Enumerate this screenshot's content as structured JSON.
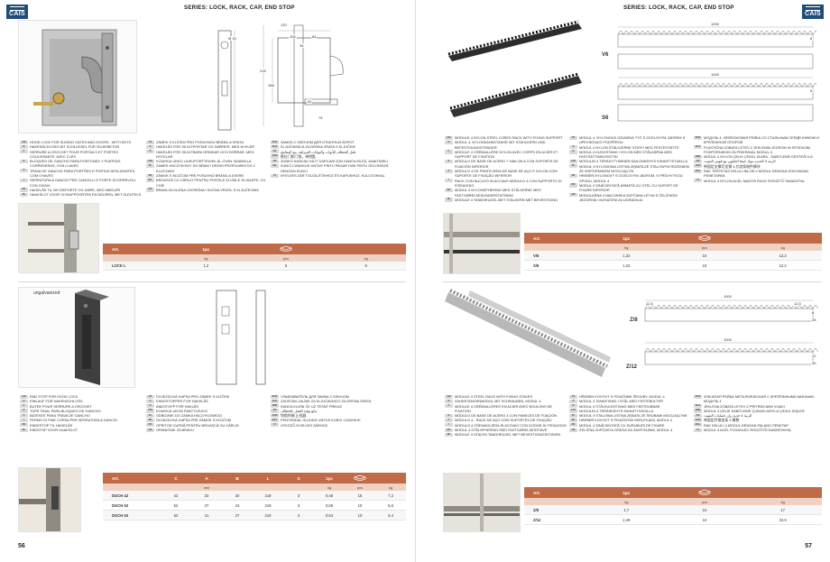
{
  "brand": {
    "logo": "CAIS"
  },
  "left": {
    "series_title": "SERIES: LOCK, RACK, CAP, END STOP",
    "page_number": "56",
    "lock_section": {
      "drawing_dims": [
        "120",
        "100",
        "84",
        "34",
        "218",
        "188",
        "92",
        "75",
        "Ø 15"
      ],
      "desc_col1": [
        {
          "flag": "GB",
          "text": "HOOK LOCK FOR SLIDING GATES AND DOORS , WITH KEYS"
        },
        {
          "flag": "D",
          "text": "HAKENSCHLOSS MIT SCHLÜSSEL FÜR SCHIEBETOR"
        },
        {
          "flag": "F",
          "text": "SERRURE A CROCHET POUR PORTAILS ET PORTES COULISSANTE, AVEC CLÉS"
        },
        {
          "flag": "E",
          "text": "BLOQUEO DE GANCHO PARA PORTONES Y PUERTAS CORREDERAS, CON LLAVES"
        },
        {
          "flag": "P",
          "text": "TRAVA DE GANCHO PARA PORTÕES E PORTAS DESLIZANTES, COM CHAVES"
        },
        {
          "flag": "I",
          "text": "SERRATURA A GANCIO PER CANCELLI E PORTE SCORREVOLI, CON CHIAVI"
        },
        {
          "flag": "DK",
          "text": "HAGELÅS TIL SKYDEPORTE OG DØRE, MED NØGLER"
        },
        {
          "flag": "NL",
          "text": "HAAKSLOT VOOR SCHUIFPOORTEN EN DEUREN, MET SLEUTELS"
        }
      ],
      "desc_col2": [
        {
          "flag": "CZ",
          "text": "ZÁMEK S KLÍČEM PRO POSUVNOU BRÁNU A VRATA"
        },
        {
          "flag": "S",
          "text": "HAKELÅS FÖR SKJUTPORTAR OG DØRRER, MED NYKLER"
        },
        {
          "flag": "N",
          "text": "HAKELÅS FÖR SKJUTBARA GRINDAR OCH DÖRRAR, MED NYCKLAR"
        },
        {
          "flag": "FIN",
          "text": "KOUKKULUKKO LIUKUPORTTEIHIN JA -OVIIN, AVAIMILLA"
        },
        {
          "flag": "PL",
          "text": "ZAMEK HACZYKOWY DO BRAM I DRZWI PRZESUWNYCH Z KLUCZAMI"
        },
        {
          "flag": "SK",
          "text": "ZÁMOK S KĽÚČOM PRE POSUVNÚ BRÁNU A DVERE"
        },
        {
          "flag": "RO",
          "text": "BROASCĂ CU CÂRLIG PENTRU PORȚILE ȘI UȘILE GLISANTE, CU CHEI"
        },
        {
          "flag": "HR",
          "text": "BRAVA ZA KLIZNA OVORÓNA I KUĆNA VRATA, S KLJUČEVIMA"
        }
      ],
      "desc_col3": [
        {
          "flag": "RUS",
          "text": "ЗАМОК С КЛЮЧОМ ДЛЯ ОТКАТНЫХ ВОРОТ"
        },
        {
          "flag": "SLO",
          "text": "KLJUČAVNICA ZA DRSNA VRATA S KLJUČEM"
        },
        {
          "flag": "AR",
          "text": "قفل الخطاف للأبواب والبوابات المنزلقة، مع المفاتيح"
        },
        {
          "flag": "CHN",
          "text": "推拉门和门锁，带钥匙"
        },
        {
          "flag": "TR",
          "text": "ZUNKO KANCALI KİLİT KAPILARI İÇİN KANCA KİLİDİ, ANAHTARLI"
        },
        {
          "flag": "BG",
          "text": "KUNCI CANGKUK UNTUK PINTU PAGAR DAN PINTU GELONSOR, DENGAN KUNCI"
        },
        {
          "flag": "LT",
          "text": "NYELVES ZÁR TOLÓAJTÓKHOZ ÉS KAPUKHOZ, KULCSOKKAL"
        }
      ],
      "spec": {
        "headers": [
          "Art.",
          "1pc",
          "",
          ""
        ],
        "subheaders": [
          "",
          "kg",
          "pcs",
          "kg"
        ],
        "rows": [
          [
            "LOCK L",
            "1,2",
            "5",
            "6"
          ]
        ]
      }
    },
    "cap_section": {
      "label": "ungalvanized",
      "desc_col1": [
        {
          "flag": "GB",
          "text": "END STOP FOR HOOK LOCK"
        },
        {
          "flag": "D",
          "text": "EINLAUF FÜR HAKENSCHLOSS"
        },
        {
          "flag": "F",
          "text": "BUTEE POUR SERRURE A CROCHET"
        },
        {
          "flag": "E",
          "text": "TOPE FINAL PARA BLOQUEO DE GANCHO"
        },
        {
          "flag": "P",
          "text": "BATENTE PARA TRAVA DE GANCHO"
        },
        {
          "flag": "I",
          "text": "FERMO DI FINE CORSA PER SERRATURA A GANCIO"
        },
        {
          "flag": "DK",
          "text": "ENDESTOP TIL HAGELÅS"
        },
        {
          "flag": "NL",
          "text": "ENDSTOP VOOR HAAKSLOT"
        }
      ],
      "desc_col2": [
        {
          "flag": "CZ",
          "text": "DOJEZDOVÁ KAPSA PRO ZÁMEK S KLÍČEM"
        },
        {
          "flag": "S",
          "text": "ENDESTOPPER FOR HAKELÅS"
        },
        {
          "flag": "N",
          "text": "ÄNDSTOPP FÖR HAKLÅS"
        },
        {
          "flag": "FIN",
          "text": "KOUKKULUKON PÄÄTYLEUKO"
        },
        {
          "flag": "PL",
          "text": "ODBOJNIK DO ZAMKA HACZYKOWEGO"
        },
        {
          "flag": "SK",
          "text": "DOJAZDOVÁ KAPSA PRE ZÁMOK S KĽÚČOM"
        },
        {
          "flag": "RO",
          "text": "OPRITOR CURSĂ PENTRU BROASCĂ CU CÂRLIG"
        },
        {
          "flag": "HR",
          "text": "GRANIČNIK ZA BRAVU"
        }
      ],
      "desc_col3": [
        {
          "flag": "RUS",
          "text": "УЛАВЛИВАТЕЛЬ ДЛЯ ЗАМКА С КЛЮЧОМ"
        },
        {
          "flag": "SLO",
          "text": "ZAUSTAVLJALNIK ZA KLJUČAVNICO ZA DRSNA VRATA"
        },
        {
          "flag": "SRB",
          "text": "KANCA KLIZNI ĆE UZ TESNT PRIKAZ"
        },
        {
          "flag": "AR",
          "text": "مانع نهاية القفل بالخطاف"
        },
        {
          "flag": "CHN",
          "text": "钩锁终端 止挡器"
        },
        {
          "flag": "MAL",
          "text": "PENYENDAL HUJUNG UNTUK KUNCI CANGKUK"
        },
        {
          "flag": "LT",
          "text": "ÜTKÖZŐ NYELVES ZÁRHOZ"
        }
      ],
      "spec": {
        "headers": [
          "Art.",
          "C",
          "A",
          "B",
          "L",
          "S",
          "1pc",
          "",
          ""
        ],
        "subheaders": [
          "",
          "",
          "mm",
          "",
          "",
          "",
          "kg",
          "pcs",
          "kg"
        ],
        "rows": [
          [
            "DGCH 42",
            "42",
            "33",
            "20",
            "219",
            "3",
            "0,48",
            "15",
            "7,2"
          ],
          [
            "DGCH 52",
            "52",
            "37",
            "24",
            "219",
            "3",
            "0,56",
            "10",
            "5,6"
          ],
          [
            "DGCH 62",
            "62",
            "41",
            "27",
            "219",
            "3",
            "0,64",
            "10",
            "6,4"
          ]
        ]
      }
    }
  },
  "right": {
    "series_title": "SERIES: LOCK, RACK, CAP, END STOP",
    "page_number": "57",
    "rack1_section": {
      "labels": [
        "V6",
        "S6"
      ],
      "drawing_dims": [
        "1000",
        "8",
        "1000",
        "6"
      ],
      "desc_col1": [
        {
          "flag": "GB",
          "text": "MODULE 4 NYLON STEEL CORED RACK WITH FIXING SUPPORT"
        },
        {
          "flag": "D",
          "text": "MODUL 4, NYLONZAHNSTANGE MIT STAHLKERN UND BEFESTIGUNGSTRÄGER"
        },
        {
          "flag": "F",
          "text": "MODULE 4 CRÉMAILLÈRE NYLON AVEC CORPS EN ACIER ET SUPPORT DE FIXATION"
        },
        {
          "flag": "E",
          "text": "MÓDULO DE BASE DE ACERO Y NAILON A CON SOPORTE DE FIJACIÓN INFERIOR"
        },
        {
          "flag": "P",
          "text": "MÓDULO 4 DE PRATELEIRA DE BASE DE AÇO E NYLON COM SUPORTE DE FIXAÇÃO INFERIOR"
        },
        {
          "flag": "I",
          "text": "RACK CON NUCLEO IN ACCIAIO MODULO 4 CON SUPPORTO DI FISSAGGIO"
        },
        {
          "flag": "DK",
          "text": "MODUL 4 NYLONSPHERING MED STÅLKERNE MED FASTGØRELSESUNDERSTØTNING"
        },
        {
          "flag": "NL",
          "text": "MODULE 4 TANDHEUGEL MET STALKERN MET BEVESTIGING"
        }
      ],
      "desc_col2": [
        {
          "flag": "CZ",
          "text": "MODUL 4, NYLONOVÁ OZUBENÁ TYČ S OCELOVÝM JÁDREM S UPEVŇOVACÍ PODPĚROU"
        },
        {
          "flag": "S",
          "text": "MODUL 4 NYLON STÅLKJERNE STATIV MED FESTESTØTTE"
        },
        {
          "flag": "N",
          "text": "MODUL 4 KUGGSTANG I NYLON MED STÅLKÄRNA MED FASTSÄTTNINGSSTÖD"
        },
        {
          "flag": "FIN",
          "text": "MODULIN 4 TERÄSYTYIMINEN NAILONKEHYS KIINNITYSTUELLA"
        },
        {
          "flag": "PL",
          "text": "MODUŁ 4 NYLONOWA LISTWA ZĘBATA ZE STALOWYM RDZENIEM ZE WSPORNIKIEM MOCUJĄCYM"
        },
        {
          "flag": "SK",
          "text": "HREBEŇ NYLONOVÝ S OCEĽOVÝM JADROM, S PRÍCHYTKOU SPODU, MODUL 4"
        },
        {
          "flag": "RO",
          "text": "MODUL 4 ȘINĂ DINȚATĂ ARMATĂ CU OȚEL CU SUPORT DE FIXARE INFERIOR"
        },
        {
          "flag": "HR",
          "text": "MODULARNA 4 NAILONSKA ZUPČANA LETVA S ČELIČNOM JEZGROM I NOSAČEM ZA UGRADNJU"
        }
      ],
      "desc_col3": [
        {
          "flag": "RUS",
          "text": "МОДУЛЬ 4, НЕЙЛОНОВАЯ РЕЙКА СО СТАЛЬНЫМ СЕРДЕЧНИКОМ И КРЕПЕЖНОЙ ОПОРОЙ"
        },
        {
          "flag": "SLO",
          "text": "PLASTIČNA ZOBATA LETEV Z JEKLENIM JEDROM IN SPODNJIM PODPORNIKOM ZA PRIKRAVAL MODUL 4"
        },
        {
          "flag": "SRB",
          "text": "MODUL 4 NYLON ÇELİK ÇEKİLİ ZŁARA - SABITLEME DESTEĞİ İLE"
        },
        {
          "flag": "AR",
          "text": "الرمة 4 الحديد بنوك خيط النايلون مع قوس التثبيت"
        },
        {
          "flag": "CHN",
          "text": "带固定支撑尼龙钢 4 芯齿条制件模块"
        },
        {
          "flag": "MAL",
          "text": "RAK TERTETAS KELULI NILON 4 MODUL DENGAN SOKONGAN PEMETAPAN"
        },
        {
          "flag": "LT",
          "text": "MODUL 4 NYLON ACÉL MAGOS RACK RÖGZÍTŐ TAMASZTAL"
        }
      ],
      "spec": {
        "headers": [
          "Art.",
          "1pc",
          "",
          ""
        ],
        "subheaders": [
          "",
          "kg",
          "pcs",
          "kg"
        ],
        "rows": [
          [
            "V/6",
            "1,32",
            "10",
            "13,2"
          ],
          [
            "S/6",
            "1,22",
            "10",
            "12,2"
          ]
        ]
      }
    },
    "rack2_section": {
      "labels": [
        "Z/8",
        "Z/12"
      ],
      "drawing_dims": [
        "1000",
        "12,5",
        "8",
        "12,5",
        "28",
        "1000",
        "12",
        "30"
      ],
      "desc_col1": [
        {
          "flag": "GB",
          "text": "MODULE 4 STEEL RACK WITH FIXING STAVES"
        },
        {
          "flag": "D",
          "text": "ZAHNSTANGENMODUL MIT SCHRAUBEN, MODUL 4"
        },
        {
          "flag": "F",
          "text": "MODULE 4 CRÉMAILLÈRES EN ACIER AVEC BOULONS DE FIXATION"
        },
        {
          "flag": "E",
          "text": "MÓDULO DE BASE DE ACERO 4 CON PANELES DE FIJACIÓN"
        },
        {
          "flag": "P",
          "text": "MÓDULO 4 - RACK DE AÇO COM SUPORTES DE FIXAÇÃO"
        },
        {
          "flag": "I",
          "text": "MODULO 4 CREMAGLIERA IN ACCIAIO CON DOGHE DI FISSAGGIO"
        },
        {
          "flag": "DK",
          "text": "MODUL 4 STÅLSPHERING MED FASTGØRELSESSTAVE"
        },
        {
          "flag": "NL",
          "text": "MODULE 4 STALEN TANDHEUGEL MET BEVESTIGINGSSTAVEN"
        }
      ],
      "desc_col2": [
        {
          "flag": "CZ",
          "text": "HŘEBEN KOVOVÝ S PIXAČNÍMI ŠROUBY, MODUL 4"
        },
        {
          "flag": "S",
          "text": "MODUL 4 TANNSTANG I STÅL MED FESTEBOLTER"
        },
        {
          "flag": "N",
          "text": "MODUL 4 STÅLKUGGSTANG MED FÄSTDUBBAR"
        },
        {
          "flag": "FIN",
          "text": "MODULIN 4 TERÄSKEHYS KIINNITYSSOILLA"
        },
        {
          "flag": "PL",
          "text": "MODUŁ 4 STALOWA LISTWA ZĘBATA ZE ŚRUBAMI MOCUJĄCYMI"
        },
        {
          "flag": "SK",
          "text": "HREBEŇ KOVOVÝ S PIXAČNÝMI SKRUTKAMI, MODUL 4"
        },
        {
          "flag": "RO",
          "text": "MODUL 4 ȘINĂ DINȚATĂ CU ȘURUBURI DE FIXARE"
        },
        {
          "flag": "HR",
          "text": "ČELIČNA ZUPČASTA GREDA SA ZAVRTNJIMA, MODUL 4"
        }
      ],
      "desc_col3": [
        {
          "flag": "RUS",
          "text": "ЗУБЧАТАЯ РЕЙКА МЕТАЛЛИЧЕСКАЯ С КРЕПЁЖНЫМИ ШИНАМИ, МОДУЛЬ 4"
        },
        {
          "flag": "SLO",
          "text": "JEKLENA ZOBATA LETEV Z PRITRDILNIMI VIJAKI"
        },
        {
          "flag": "SRB",
          "text": "MODUL 4 ÇELİK SABİTLEME ÇUBUKLARIYLA ÇIDİLK DİŞLER"
        },
        {
          "flag": "AR",
          "text": "الرمة 4 حديد ريل عصابات التثبيت"
        },
        {
          "flag": "CHN",
          "text": "带固定杆钢齿条 4 模数"
        },
        {
          "flag": "MAL",
          "text": "RAK KELULI 4 MODUL DENGAN PALANG PENETAP"
        },
        {
          "flag": "LT",
          "text": "MODUL 4 ACÉL FOGASLÉC RÖGZÍTŐCSAVAROKKAL"
        }
      ],
      "spec": {
        "headers": [
          "Art.",
          "1pc",
          "",
          ""
        ],
        "subheaders": [
          "",
          "kg",
          "pcs",
          "kg"
        ],
        "rows": [
          [
            "Z/8",
            "1,7",
            "10",
            "17"
          ],
          [
            "Z/12",
            "2,49",
            "10",
            "24,9"
          ]
        ]
      }
    }
  }
}
